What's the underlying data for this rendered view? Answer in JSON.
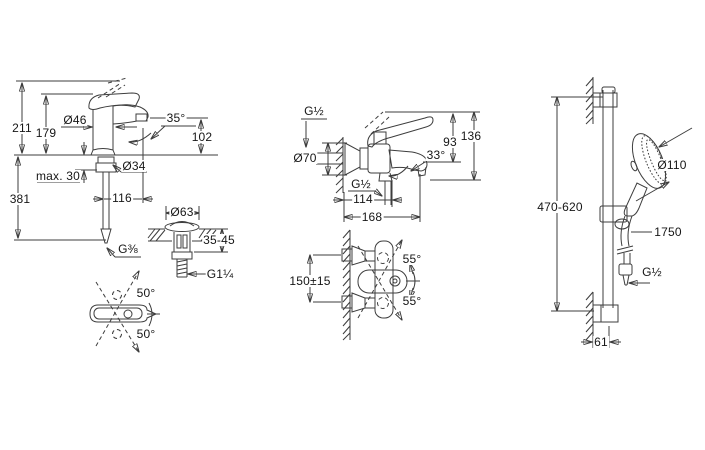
{
  "meta": {
    "background": "#ffffff",
    "line_color": "#3d3d3d",
    "text_color": "#161616"
  },
  "basin_mixer": {
    "total_height": "211",
    "height_to_lever": "179",
    "body_diameter": "Ø46",
    "lever_angle": "35°",
    "spout_height": "102",
    "max_deck_thickness": "max. 30",
    "shank_diameter": "Ø34",
    "spout_reach": "116",
    "hose_drop": "381",
    "supply_thread": "G⅜"
  },
  "pop_up_waste": {
    "flange_diameter": "Ø63",
    "deck_range": "35-45",
    "drain_thread": "G1¼"
  },
  "basin_handle_top": {
    "swivel_upper": "50°",
    "swivel_lower": "50°"
  },
  "bath_mixer": {
    "inlet_thread": "G½",
    "escutcheon_diameter": "Ø70",
    "height_max": "136",
    "height_body": "93",
    "spout_angle": "33°",
    "outlet_thread": "G½",
    "outlet_offset": "114",
    "spout_reach": "168"
  },
  "bath_mixer_front": {
    "inlet_spacing": "150±15",
    "lever_swivel_upper": "55°",
    "lever_swivel_lower": "55°"
  },
  "shower_set": {
    "head_diameter": "Ø110",
    "rail_height_range": "470-620",
    "hose_length": "1750",
    "hose_thread": "G½",
    "wall_clearance": "61"
  }
}
